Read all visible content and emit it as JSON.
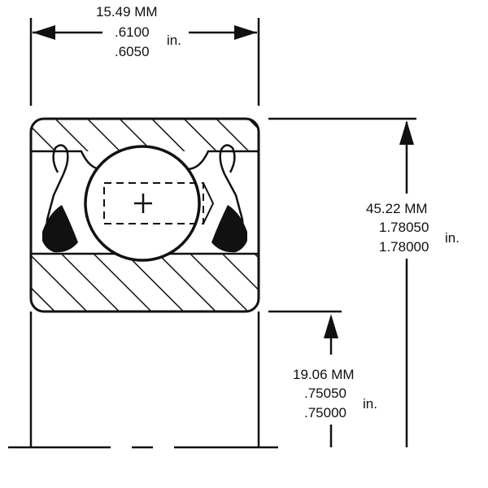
{
  "colors": {
    "line": "#111111",
    "background": "#ffffff"
  },
  "dimensions": {
    "width": {
      "mm": "15.49 MM",
      "max_in": ".6100",
      "min_in": ".6050",
      "unit": "in."
    },
    "outer_diameter": {
      "mm": "45.22 MM",
      "max_in": "1.78050",
      "min_in": "1.78000",
      "unit": "in."
    },
    "bore": {
      "mm": "19.06 MM",
      "max_in": ".75050",
      "min_in": ".75000",
      "unit": "in."
    }
  }
}
